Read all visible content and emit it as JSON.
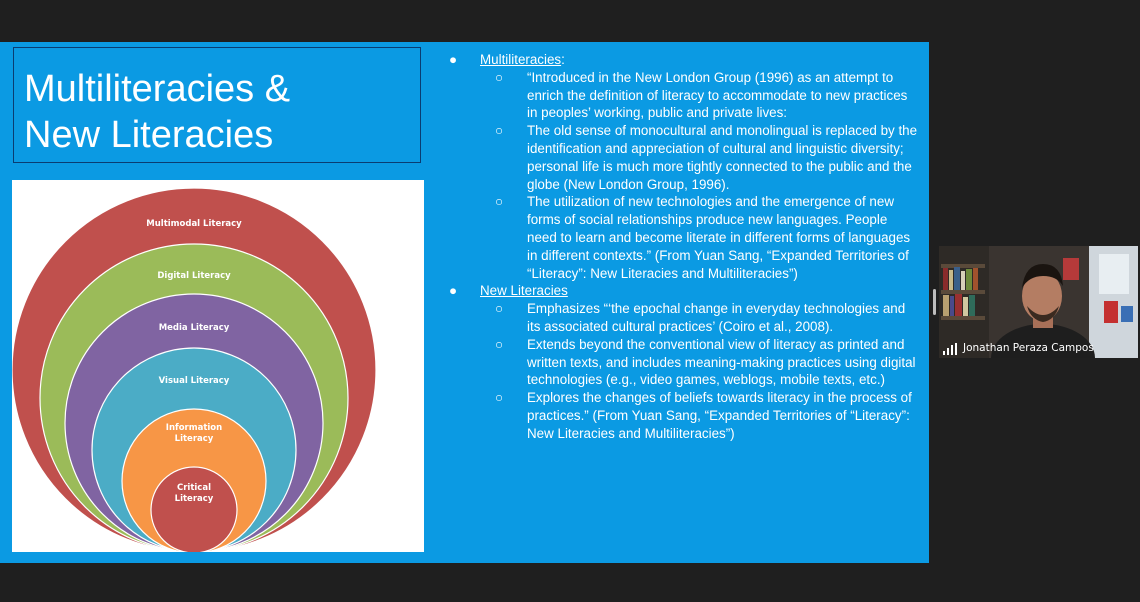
{
  "slide": {
    "title": "Multiliteracies &\nNew Literacies",
    "diagram": {
      "rings": [
        {
          "label": "Multimodal Literacy",
          "color": "#c0504d"
        },
        {
          "label": "Digital Literacy",
          "color": "#9bbb59"
        },
        {
          "label": "Media Literacy",
          "color": "#8064a2"
        },
        {
          "label": "Visual Literacy",
          "color": "#4bacc6"
        },
        {
          "label": "Information\nLiteracy",
          "color": "#f79646"
        },
        {
          "label": "Critical\nLiteracy",
          "color": "#c0504d"
        }
      ]
    },
    "sections": [
      {
        "bullet": "●",
        "title": "Multiliteracies",
        "suffix": ":",
        "items": [
          "“Introduced in the New London Group (1996) as an attempt to enrich the definition of literacy to accommodate to new practices in peoples’ working, public and private lives:",
          "The old sense of monocultural and monolingual is replaced by the identification and appreciation of cultural and linguistic diversity; personal life is much more tightly connected to the public and the globe (New London Group, 1996).",
          "The utilization of new technologies and the emergence of new forms of social relationships produce new languages. People need to learn and become literate in different forms of languages in different contexts.” (From Yuan Sang, “Expanded Territories of “Literacy”: New Literacies and Multiliteracies”)"
        ]
      },
      {
        "bullet": "●",
        "title": "New Literacies",
        "suffix": "",
        "items": [
          "Emphasizes “‘the epochal change in everyday technologies and its associated cultural practices’ (Coiro et al., 2008).",
          "Extends beyond the conventional view of literacy as printed and written texts, and includes meaning-making practices using digital technologies (e.g., video games, weblogs, mobile texts, etc.)",
          "Explores the changes of beliefs towards literacy in the process of practices.” (From Yuan Sang, “Expanded Territories of “Literacy”: New Literacies and Multiliteracies”)"
        ]
      }
    ],
    "sub_bullet": "○",
    "colors": {
      "slide_bg": "#0b9ae3",
      "title_border": "#0a3c72",
      "app_bg": "#1f1f1f"
    }
  },
  "participant": {
    "name": "Jonathan Peraza Campos",
    "signal_icon": "signal-bars-icon"
  }
}
